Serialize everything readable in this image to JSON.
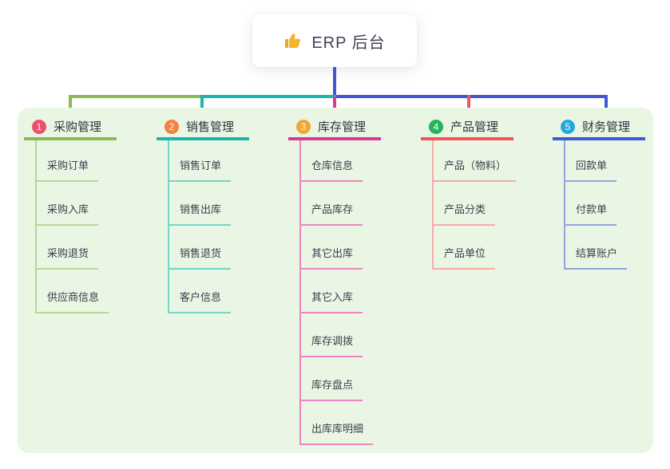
{
  "root": {
    "icon": "thumbs-up-icon",
    "label": "ERP 后台"
  },
  "colors": {
    "panel_bg": "#e9f6e4",
    "root_connector": "#4156d6",
    "branch_lines": [
      "#8abb4e",
      "#1db5ac",
      "#da3a96",
      "#f25559",
      "#3f5ad8"
    ],
    "child_lines": [
      "#b7d795",
      "#76d3c9",
      "#ee84c1",
      "#f5aba7",
      "#90a7de"
    ],
    "badges": [
      "#ef4f6d",
      "#f5803d",
      "#f2a532",
      "#27b25b",
      "#2aa5df"
    ],
    "thumb_icon": "#f3b42c"
  },
  "branches": [
    {
      "num": "1",
      "title": "采购管理",
      "children": [
        {
          "label": "采购订单"
        },
        {
          "label": "采购入库"
        },
        {
          "label": "采购退货"
        },
        {
          "label": "供应商信息"
        }
      ]
    },
    {
      "num": "2",
      "title": "销售管理",
      "children": [
        {
          "label": "销售订单"
        },
        {
          "label": "销售出库"
        },
        {
          "label": "销售退货"
        },
        {
          "label": "客户信息"
        }
      ]
    },
    {
      "num": "3",
      "title": "库存管理",
      "children": [
        {
          "label": "仓库信息"
        },
        {
          "label": "产品库存"
        },
        {
          "label": "其它出库"
        },
        {
          "label": "其它入库"
        },
        {
          "label": "库存调拨"
        },
        {
          "label": "库存盘点"
        },
        {
          "label": "出库库明细"
        }
      ]
    },
    {
      "num": "4",
      "title": "产品管理",
      "children": [
        {
          "label": "产品（物料）"
        },
        {
          "label": "产品分类"
        },
        {
          "label": "产品单位"
        }
      ]
    },
    {
      "num": "5",
      "title": "财务管理",
      "children": [
        {
          "label": "回款单"
        },
        {
          "label": "付款单"
        },
        {
          "label": "结算账户"
        }
      ]
    }
  ]
}
